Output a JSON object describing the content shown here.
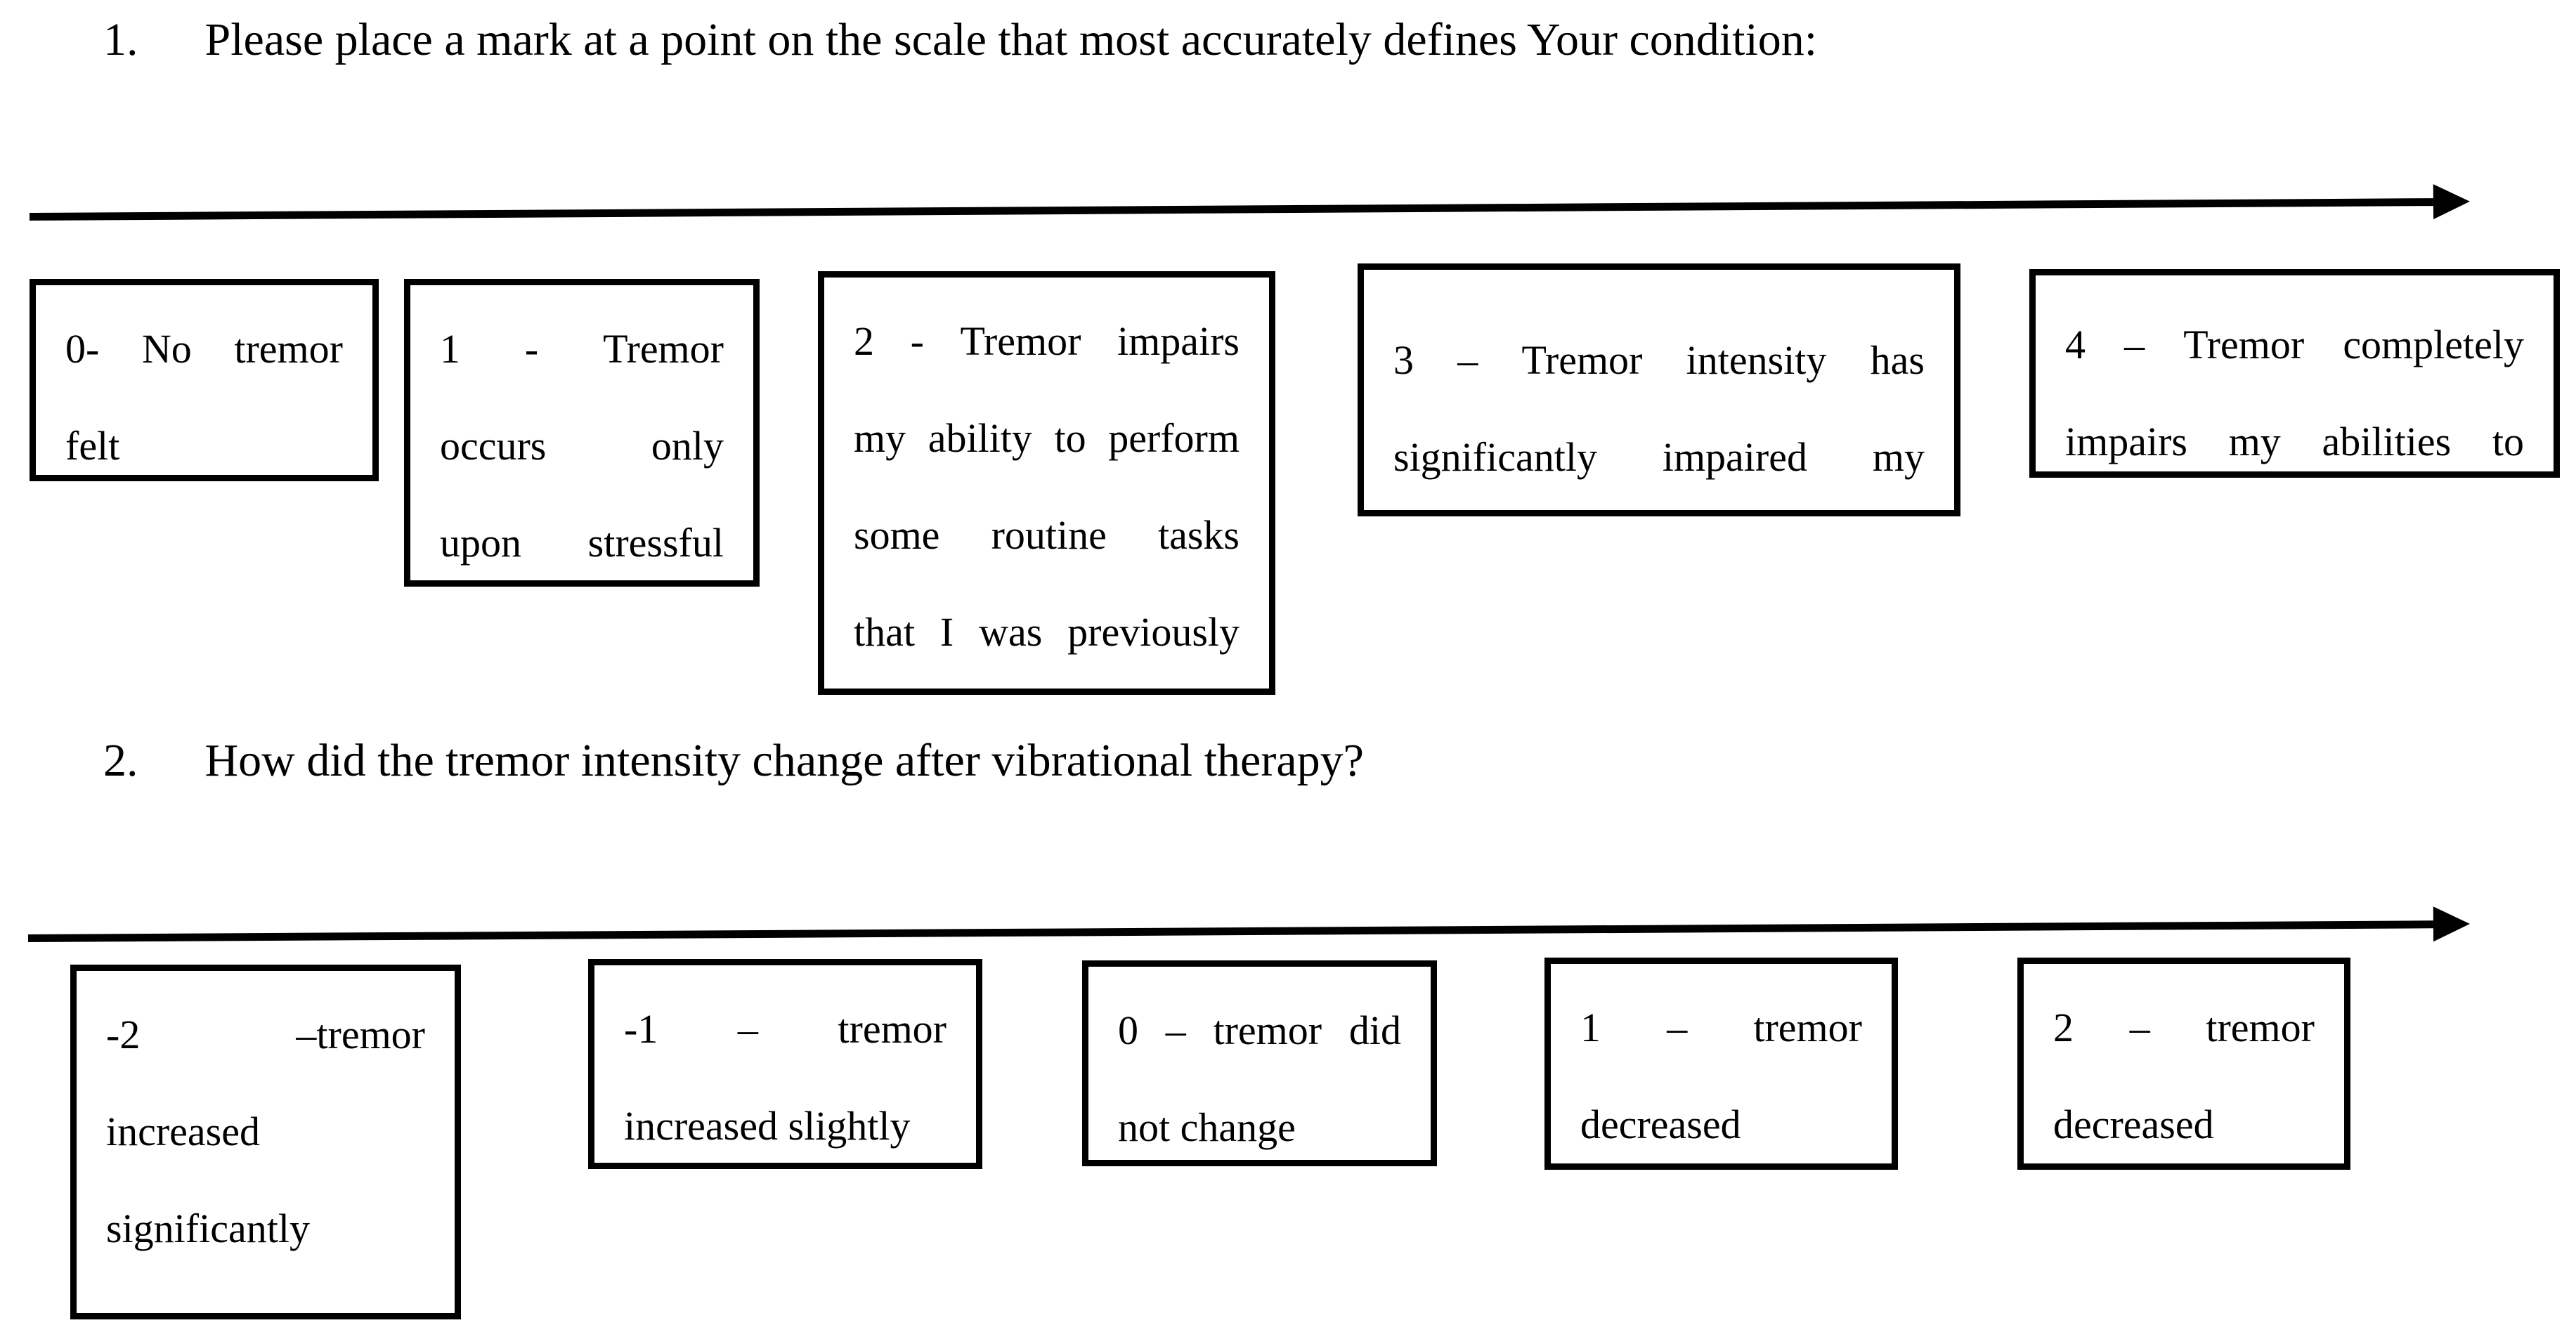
{
  "colors": {
    "ink": "#000000",
    "paper": "#ffffff"
  },
  "question1": {
    "number": "1.",
    "text": "Please place a mark at a point on the scale that most accurately defines Your condition:"
  },
  "question2": {
    "number": "2.",
    "text": "How did the tremor intensity change after vibrational therapy?"
  },
  "scale1": {
    "boxes": [
      {
        "value": "0",
        "lines": [
          "0- No tremor",
          "felt"
        ]
      },
      {
        "value": "1",
        "lines": [
          "1 - Tremor",
          "occurs only",
          "upon stressful"
        ]
      },
      {
        "value": "2",
        "lines": [
          "2 - Tremor impairs",
          "my ability to perform",
          "some routine tasks",
          "that I was previously"
        ]
      },
      {
        "value": "3",
        "lines": [
          "3 – Tremor intensity has",
          "significantly impaired my"
        ]
      },
      {
        "value": "4",
        "lines": [
          "4 – Tremor completely",
          "impairs my abilities to"
        ]
      }
    ]
  },
  "scale2": {
    "boxes": [
      {
        "value": "-2",
        "lines": [
          "-2 –tremor",
          "increased",
          "significantly"
        ]
      },
      {
        "value": "-1",
        "lines": [
          "-1 – tremor",
          "increased slightly"
        ]
      },
      {
        "value": "0",
        "lines": [
          "0 – tremor did",
          "not change"
        ]
      },
      {
        "value": "1",
        "lines": [
          "1 – tremor",
          "decreased"
        ]
      },
      {
        "value": "2",
        "lines": [
          "2 – tremor",
          "decreased"
        ]
      }
    ]
  }
}
